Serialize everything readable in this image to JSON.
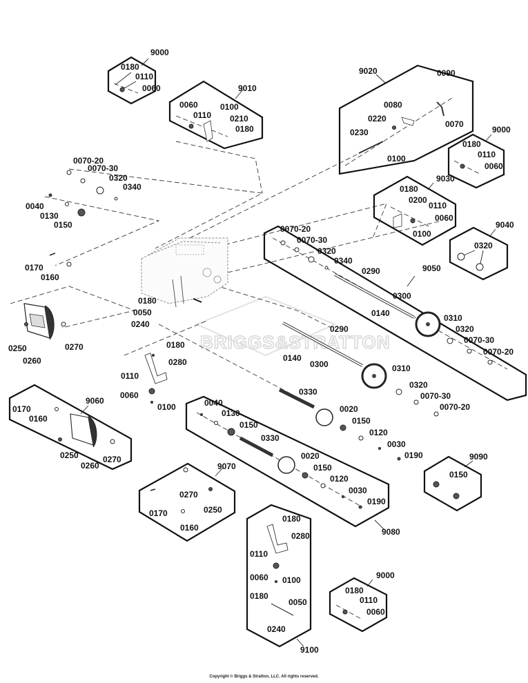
{
  "watermark": "BRIGGS&STRATTON",
  "copyright": "Copyright © Briggs & Stratton, LLC. All rights reserved.",
  "kits": [
    {
      "id": "9000",
      "role": "kit-9000-top-left",
      "parts": [
        "0180",
        "0110",
        "0060"
      ]
    },
    {
      "id": "9010",
      "parts": [
        "0060",
        "0110",
        "0100",
        "0210",
        "0180"
      ]
    },
    {
      "id": "9020",
      "parts": [
        "0090",
        "0080",
        "0220",
        "0070",
        "0230",
        "0100"
      ]
    },
    {
      "id": "9000",
      "role": "kit-9000-right",
      "parts": [
        "0180",
        "0110",
        "0060"
      ]
    },
    {
      "id": "9030",
      "parts": [
        "0180",
        "0200",
        "0110",
        "0060",
        "0100"
      ]
    },
    {
      "id": "9040",
      "parts": [
        "0320"
      ]
    },
    {
      "id": "9050",
      "parts": [
        "0070-20",
        "0070-30",
        "0320",
        "0340",
        "0290",
        "0300",
        "0140",
        "0310",
        "0320",
        "0070-30",
        "0070-20"
      ]
    },
    {
      "id": "9060",
      "parts": [
        "0170",
        "0160",
        "0250",
        "0260",
        "0270"
      ]
    },
    {
      "id": "9070",
      "parts": [
        "0270",
        "0170",
        "0250",
        "0160"
      ]
    },
    {
      "id": "9080",
      "parts": [
        "0040",
        "0130",
        "0150",
        "0330",
        "0020",
        "0150",
        "0120",
        "0030",
        "0190"
      ]
    },
    {
      "id": "9090",
      "parts": [
        "0150"
      ]
    },
    {
      "id": "9100",
      "parts": [
        "0180",
        "0280",
        "0110",
        "0060",
        "0100",
        "0180",
        "0050",
        "0240"
      ]
    },
    {
      "id": "9000",
      "role": "kit-9000-bottom",
      "parts": [
        "0180",
        "0110",
        "0060"
      ]
    }
  ],
  "labels": {
    "k9000a": "9000",
    "k9000a_0180": "0180",
    "k9000a_0110": "0110",
    "k9000a_0060": "0060",
    "k9010": "9010",
    "k9010_0060": "0060",
    "k9010_0110": "0110",
    "k9010_0100": "0100",
    "k9010_0210": "0210",
    "k9010_0180": "0180",
    "k9020": "9020",
    "k9020_0090": "0090",
    "k9020_0080": "0080",
    "k9020_0220": "0220",
    "k9020_0070": "0070",
    "k9020_0230": "0230",
    "k9020_0100": "0100",
    "k9000b": "9000",
    "k9000b_0180": "0180",
    "k9000b_0110": "0110",
    "k9000b_0060": "0060",
    "k9030": "9030",
    "k9030_0180": "0180",
    "k9030_0200": "0200",
    "k9030_0110": "0110",
    "k9030_0060": "0060",
    "k9030_0100": "0100",
    "k9040": "9040",
    "k9040_0320": "0320",
    "k9050": "9050",
    "k9050_0070_20a": "0070-20",
    "k9050_0070_30a": "0070-30",
    "k9050_0320a": "0320",
    "k9050_0340": "0340",
    "k9050_0290": "0290",
    "k9050_0300": "0300",
    "k9050_0140": "0140",
    "k9050_0310": "0310",
    "k9050_0320b": "0320",
    "k9050_0070_30b": "0070-30",
    "k9050_0070_20b": "0070-20",
    "m_0070_20": "0070-20",
    "m_0070_30": "0070-30",
    "m_0320": "0320",
    "m_0340": "0340",
    "m_0040": "0040",
    "m_0130": "0130",
    "m_0150": "0150",
    "m_0170": "0170",
    "m_0160": "0160",
    "m_0180": "0180",
    "m_0050": "0050",
    "m_0240": "0240",
    "m_0250": "0250",
    "m_0260": "0260",
    "m_0270": "0270",
    "m_0290": "0290",
    "m_0140": "0140",
    "m_0300": "0300",
    "m_0310": "0310",
    "m_0320b": "0320",
    "m_0070_30b": "0070-30",
    "m_0070_20b": "0070-20",
    "m_0330": "0330",
    "m_0020": "0020",
    "m_0150b": "0150",
    "m_0120": "0120",
    "m_0030": "0030",
    "m_0190": "0190",
    "b_0180": "0180",
    "b_0280": "0280",
    "b_0110": "0110",
    "b_0060": "0060",
    "b_0100": "0100",
    "k9060": "9060",
    "k9060_0170": "0170",
    "k9060_0160": "0160",
    "k9060_0250": "0250",
    "k9060_0260": "0260",
    "k9060_0270": "0270",
    "k9080": "9080",
    "k9080_0040": "0040",
    "k9080_0130": "0130",
    "k9080_0150a": "0150",
    "k9080_0330": "0330",
    "k9080_0020": "0020",
    "k9080_0150b": "0150",
    "k9080_0120": "0120",
    "k9080_0030": "0030",
    "k9080_0190": "0190",
    "k9070": "9070",
    "k9070_0270": "0270",
    "k9070_0170": "0170",
    "k9070_0250": "0250",
    "k9070_0160": "0160",
    "k9090": "9090",
    "k9090_0150": "0150",
    "k9100": "9100",
    "k9100_0180a": "0180",
    "k9100_0280": "0280",
    "k9100_0110": "0110",
    "k9100_0060": "0060",
    "k9100_0100": "0100",
    "k9100_0180b": "0180",
    "k9100_0050": "0050",
    "k9100_0240": "0240",
    "k9000c": "9000",
    "k9000c_0180": "0180",
    "k9000c_0110": "0110",
    "k9000c_0060": "0060"
  }
}
